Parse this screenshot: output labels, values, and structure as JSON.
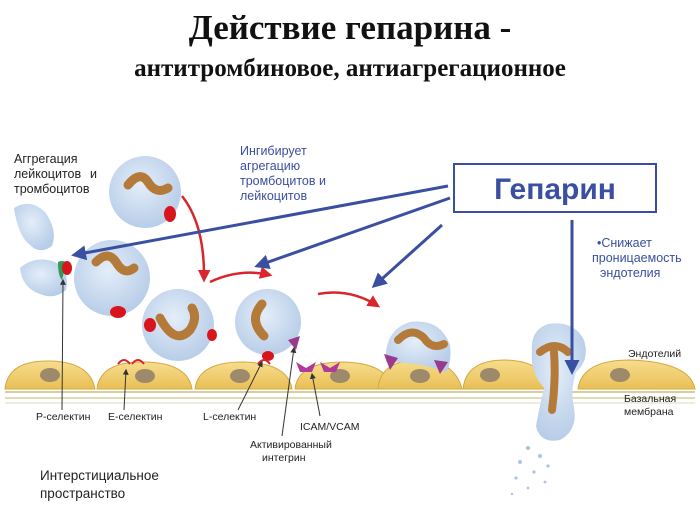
{
  "title": "Действие гепарина -",
  "subtitle": "антитромбиновое, антиагрегационное",
  "labels": {
    "aggregation": [
      "Аггрегация",
      "лейкоцитов",
      "и",
      "тромбоцитов"
    ],
    "inhibits": [
      "Ингибирует",
      "агрегацию",
      "тромбоцитов и",
      "лейкоцитов"
    ],
    "heparin": "Гепарин",
    "permeability": [
      "•Снижает",
      "проницаемость",
      "эндотелия"
    ],
    "endothelium": "Эндотелий",
    "basement": [
      "Базальная",
      "мембрана"
    ],
    "p_selectin": "P-селектин",
    "e_selectin": "E-селектин",
    "l_selectin": "L-селектин",
    "icam": "ICAM/VCAM",
    "integrin": [
      "Активированный",
      "интегрин"
    ],
    "interstitial": [
      "Интерстициальное",
      "пространство"
    ]
  },
  "colors": {
    "heparin_arrows": "#3a4fa0",
    "migration_arrows": "#d9262c",
    "endothelial_cell": "#f2cf70",
    "leukocyte": "#c9daf0",
    "nucleus": "#b47a3a",
    "platelet": "#d8141c",
    "integrin": "#9a3a8c"
  }
}
